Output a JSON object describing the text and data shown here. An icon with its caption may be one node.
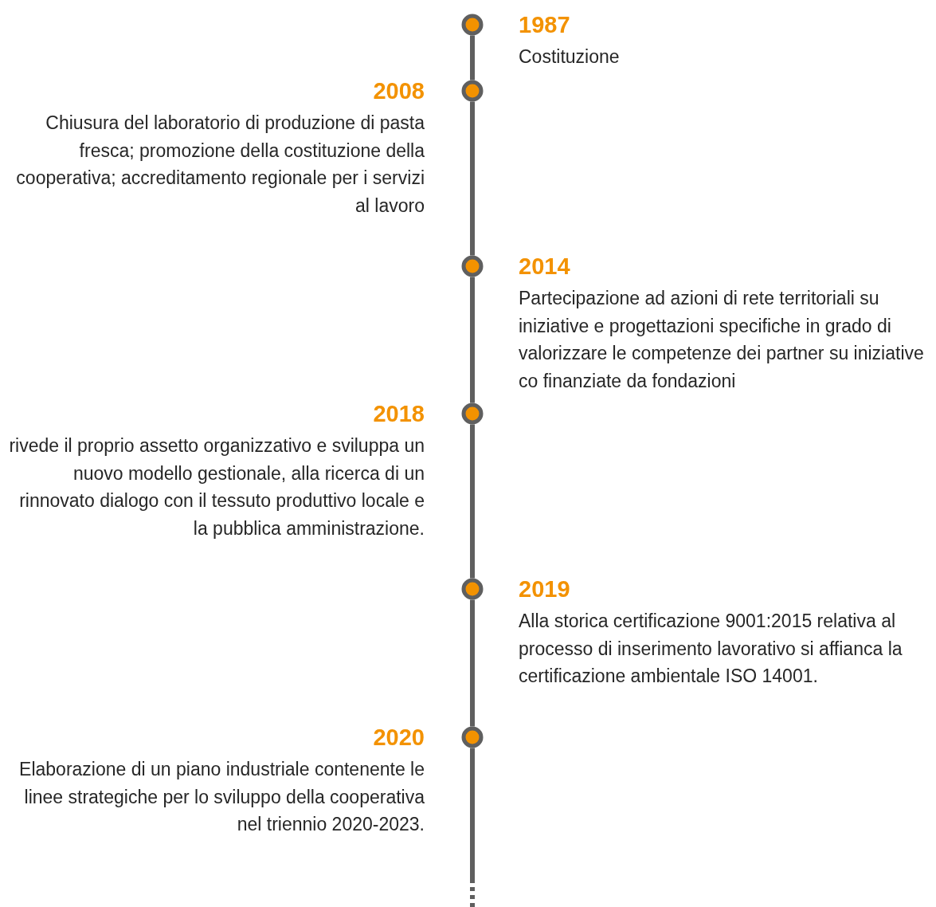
{
  "diagram": {
    "nodes": [
      {
        "text": [],
        "shape": "circle"
      },
      {
        "text": [
          "1987",
          "Costituzione"
        ]
      },
      {
        "text": [],
        "shape": "circle"
      },
      {
        "text": [
          "2008",
          "Chiusura del laboratorio di produzione di pasta fresca; promozione della costituzione della cooperativa; accreditamento regionale per i servizi al lavoro"
        ]
      },
      {
        "text": [],
        "shape": "circle"
      },
      {
        "text": [
          "2014",
          "Partecipazione ad azioni di rete territoriali su iniziative e progettazioni specifiche in grado di valorizzare le competenze dei partner su iniziative co finanziate da fondazioni"
        ]
      },
      {
        "text": [],
        "shape": "circle"
      },
      {
        "text": [
          "2018",
          "rivede il proprio assetto organizzativo e sviluppa un nuovo modello gestionale, alla ricerca di un rinnovato dialogo con il tessuto produttivo locale e la pubblica amministrazione."
        ]
      },
      {
        "text": [],
        "shape": "circle"
      },
      {
        "text": [
          "2019",
          "Alla storica certificazione 9001:2015 relativa al processo di inserimento lavorativo si affianca la certificazione ambientale ISO 14001."
        ]
      },
      {
        "text": [],
        "shape": "circle"
      },
      {
        "text": [
          "2020",
          "Elaborazione di un piano industriale contenente le linee strategiche per lo sviluppo della cooperativa nel triennio 2020-2023."
        ]
      }
    ],
    "edges": [
      {
        "from": 0,
        "to": 2,
        "arrow": "none"
      },
      {
        "from": 2,
        "to": 4,
        "arrow": "none"
      },
      {
        "from": 4,
        "to": 6,
        "arrow": "none"
      },
      {
        "from": 6,
        "to": 8,
        "arrow": "none"
      },
      {
        "from": 8,
        "to": 10,
        "arrow": "none"
      },
      {
        "from": 10,
        "to": null,
        "arrow": "none",
        "style": "dashed"
      }
    ]
  }
}
